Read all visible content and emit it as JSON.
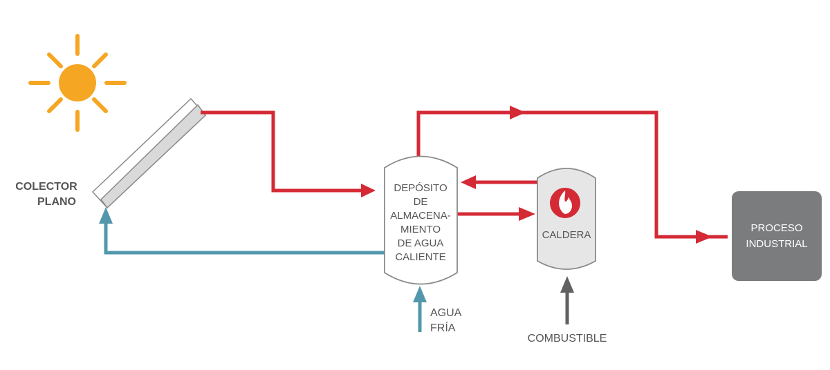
{
  "labels": {
    "collector_line1": "COLECTOR",
    "collector_line2": "PLANO",
    "tank_lines": [
      "DEPÓSITO",
      "DE",
      "ALMACENA-",
      "MIENTO",
      "DE AGUA",
      "CALIENTE"
    ],
    "boiler": "CALDERA",
    "process_line1": "PROCESO",
    "process_line2": "INDUSTRIAL",
    "cold_water_line1": "AGUA",
    "cold_water_line2": "FRÍA",
    "fuel": "COMBUSTIBLE"
  },
  "icons": {
    "sun": "sun-icon",
    "flame": "flame-icon"
  },
  "colors": {
    "hot_water": "#d42a35",
    "cold_water": "#5397ad",
    "sun": "#f5a623",
    "fuel_arrow": "#616161",
    "process_box": "#7b7c7e",
    "boiler_fill": "#e6e6e6",
    "tank_stroke": "#8a8a8a",
    "text": "#555555"
  }
}
